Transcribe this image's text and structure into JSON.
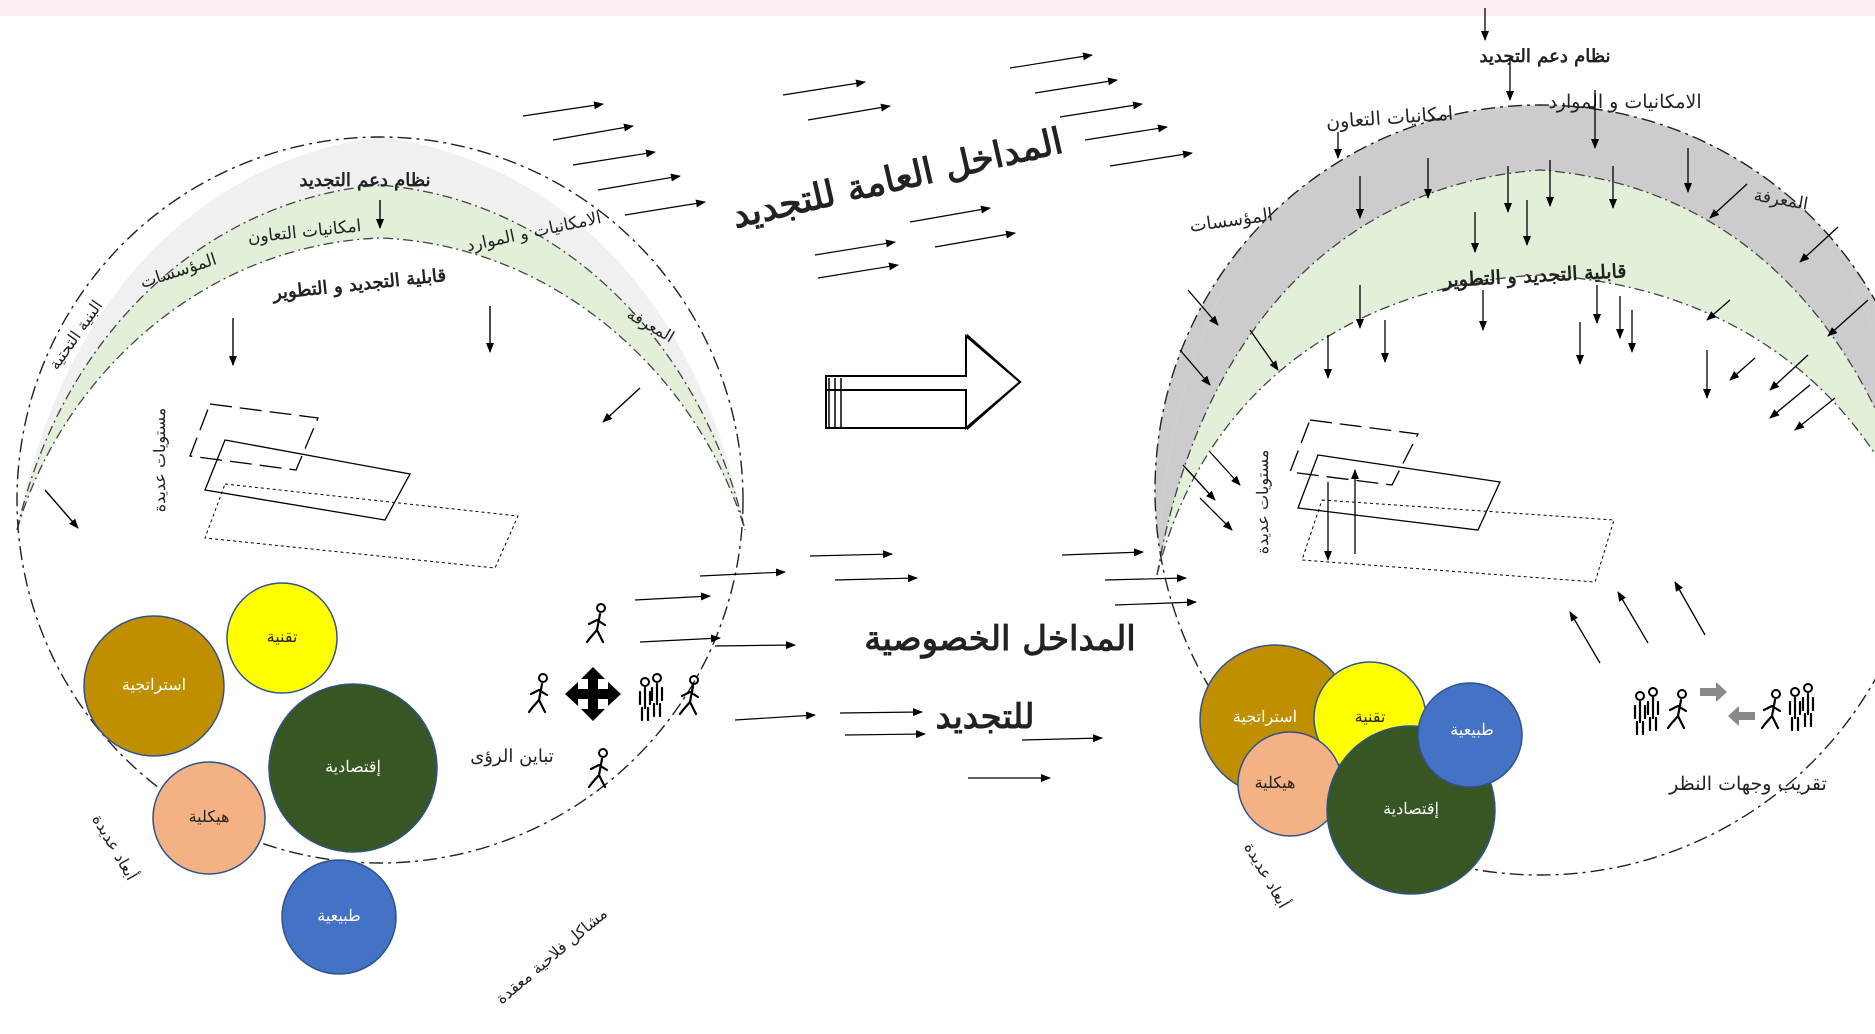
{
  "left": {
    "support_system": "نظام دعم التجديد",
    "resources": "الامكانيات و الموارد",
    "cooperation": "امكانيات التعاون",
    "institutions": "المؤسسات",
    "infrastructure": "البنية التحتية",
    "knowledge": "المعرفة",
    "renewability": "قابلية التجديد و التطوير",
    "levels": "مستويات عديدة",
    "dimensions": "أبعاد عديدة",
    "problems": "مشاكل فلاحية معقدة",
    "divergence": "تباين الرؤى",
    "circles": {
      "technical": "تقنية",
      "strategic": "استراتجية",
      "economic": "إقتصادية",
      "structural": "هيكلية",
      "natural": "طبيعية"
    }
  },
  "middle": {
    "general_inputs": "المداخل العامة للتجديد",
    "specific_inputs_1": "المداخل الخصوصية",
    "specific_inputs_2": "للتجديد"
  },
  "right": {
    "support_system": "نظام دعم التجديد",
    "resources": "الامكانيات و الموارد",
    "cooperation": "امكانيات التعاون",
    "institutions": "المؤسسات",
    "knowledge": "المعرفة",
    "renewability": "قابلية التجديد و التطوير",
    "levels": "مستويات عديدة",
    "dimensions": "أبعاد عديدة",
    "convergence": "تقريب وجهات النظر",
    "circles": {
      "technical": "تقنية",
      "strategic": "استراتجية",
      "economic": "إقتصادية",
      "structural": "هيكلية",
      "natural": "طبيعية"
    }
  },
  "colors": {
    "light_gray_band": "#f0f0f0",
    "dark_gray_band": "#cdcbce",
    "green_band": "#e2efd9",
    "technical": "#ffff00",
    "strategic": "#bf8f00",
    "economic": "#375623",
    "structural": "#f4b183",
    "natural": "#4472c4"
  },
  "icons": {
    "walker": "person-walking-icon",
    "group": "group-of-people-icon",
    "move": "four-way-arrow-icon"
  }
}
